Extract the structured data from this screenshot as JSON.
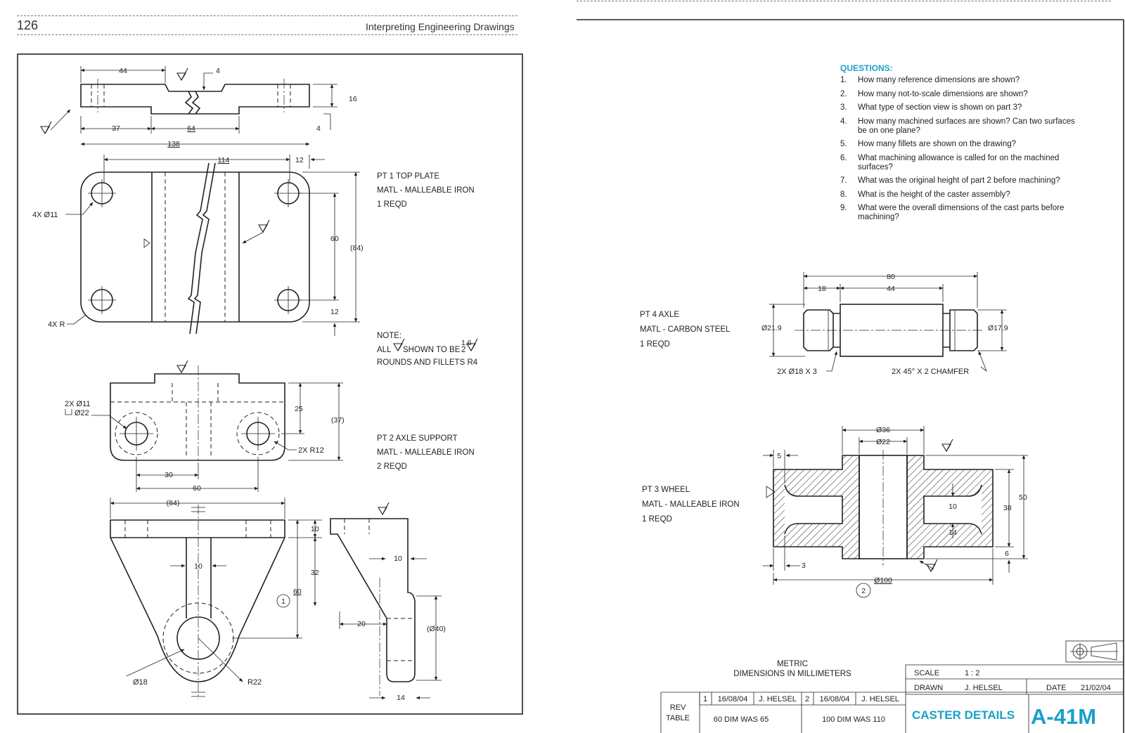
{
  "page": {
    "number": "126",
    "running_title": "Interpreting Engineering Drawings"
  },
  "left_sheet": {
    "top_plate_view": {
      "dims": [
        "44",
        "4",
        "16",
        "4",
        "37",
        "64",
        "138",
        "114",
        "12",
        "60",
        "(84)",
        "12"
      ],
      "hole_note": "4X Ø11",
      "radius_note": "4X R"
    },
    "parts": {
      "pt1": {
        "title": "PT 1  TOP PLATE",
        "material": "MATL - MALLEABLE IRON",
        "qty": "1 REQD"
      },
      "pt2": {
        "title": "PT 2  AXLE SUPPORT",
        "material": "MATL - MALLEABLE IRON",
        "qty": "2 REQD"
      }
    },
    "note": {
      "heading": "NOTE:",
      "line1a": "ALL",
      "line1b": "SHOWN TO BE",
      "finish_value": "1.6",
      "finish_allow": "2",
      "line2": "ROUNDS AND FILLETS R4"
    },
    "axle_support_front": {
      "hole_note_1": "2X Ø11",
      "hole_note_2": "Ø22",
      "radius_note": "2X R12",
      "dims": [
        "25",
        "(37)",
        "30",
        "60"
      ]
    },
    "axle_support_side": {
      "dims": [
        "(84)",
        "10",
        "10",
        "32",
        "60",
        "10",
        "20",
        "(Ø40)",
        "14"
      ],
      "dia_note": "Ø18",
      "radius_note": "R22",
      "balloon": "1"
    }
  },
  "right_sheet": {
    "questions_heading": "QUESTIONS:",
    "questions": [
      {
        "num": "1.",
        "text": "How many reference dimensions are shown?"
      },
      {
        "num": "2.",
        "text": "How many not-to-scale dimensions are shown?"
      },
      {
        "num": "3.",
        "text": "What type of section view is shown on part 3?"
      },
      {
        "num": "4.",
        "text": "How many machined surfaces are shown? Can two surfaces be on one plane?"
      },
      {
        "num": "5.",
        "text": "How many fillets are shown on the drawing?"
      },
      {
        "num": "6.",
        "text": "What machining allowance is called for on the machined surfaces?"
      },
      {
        "num": "7.",
        "text": "What was the original height of part 2 before machining?"
      },
      {
        "num": "8.",
        "text": "What is the height of the caster assembly?"
      },
      {
        "num": "9.",
        "text": "What were the overall dimensions of the cast parts before machining?"
      }
    ],
    "parts": {
      "pt4": {
        "title": "PT 4  AXLE",
        "material": "MATL - CARBON STEEL",
        "qty": "1 REQD"
      },
      "pt3": {
        "title": "PT 3  WHEEL",
        "material": "MATL - MALLEABLE IRON",
        "qty": "1 REQD"
      }
    },
    "axle_view": {
      "dims": [
        "80",
        "18",
        "44",
        "Ø21.9",
        "Ø17.9"
      ],
      "note_left": "2X  Ø18 X 3",
      "note_right": "2X  45° X 2 CHAMFER"
    },
    "wheel_view": {
      "dims": [
        "Ø36",
        "Ø22",
        "5",
        "10",
        "14",
        "38",
        "50",
        "6",
        "3",
        "Ø100"
      ],
      "balloon": "2"
    },
    "units": {
      "line1": "METRIC",
      "line2": "DIMENSIONS IN MILLIMETERS"
    },
    "revisions": {
      "label_1": "REV",
      "label_2": "TABLE",
      "rev1": {
        "no": "1",
        "date": "16/08/04",
        "by": "J. HELSEL",
        "desc": "60 DIM WAS 65"
      },
      "rev2": {
        "no": "2",
        "date": "16/08/04",
        "by": "J. HELSEL",
        "desc": "100 DIM WAS 110"
      }
    },
    "title_block": {
      "scale_label": "SCALE",
      "scale_value": "1 : 2",
      "drawn_label": "DRAWN",
      "drawn_value": "J. HELSEL",
      "date_label": "DATE",
      "date_value": "21/02/04",
      "title": "CASTER DETAILS",
      "number": "A-41M"
    },
    "colors": {
      "accent": "#1aa0c8"
    }
  }
}
